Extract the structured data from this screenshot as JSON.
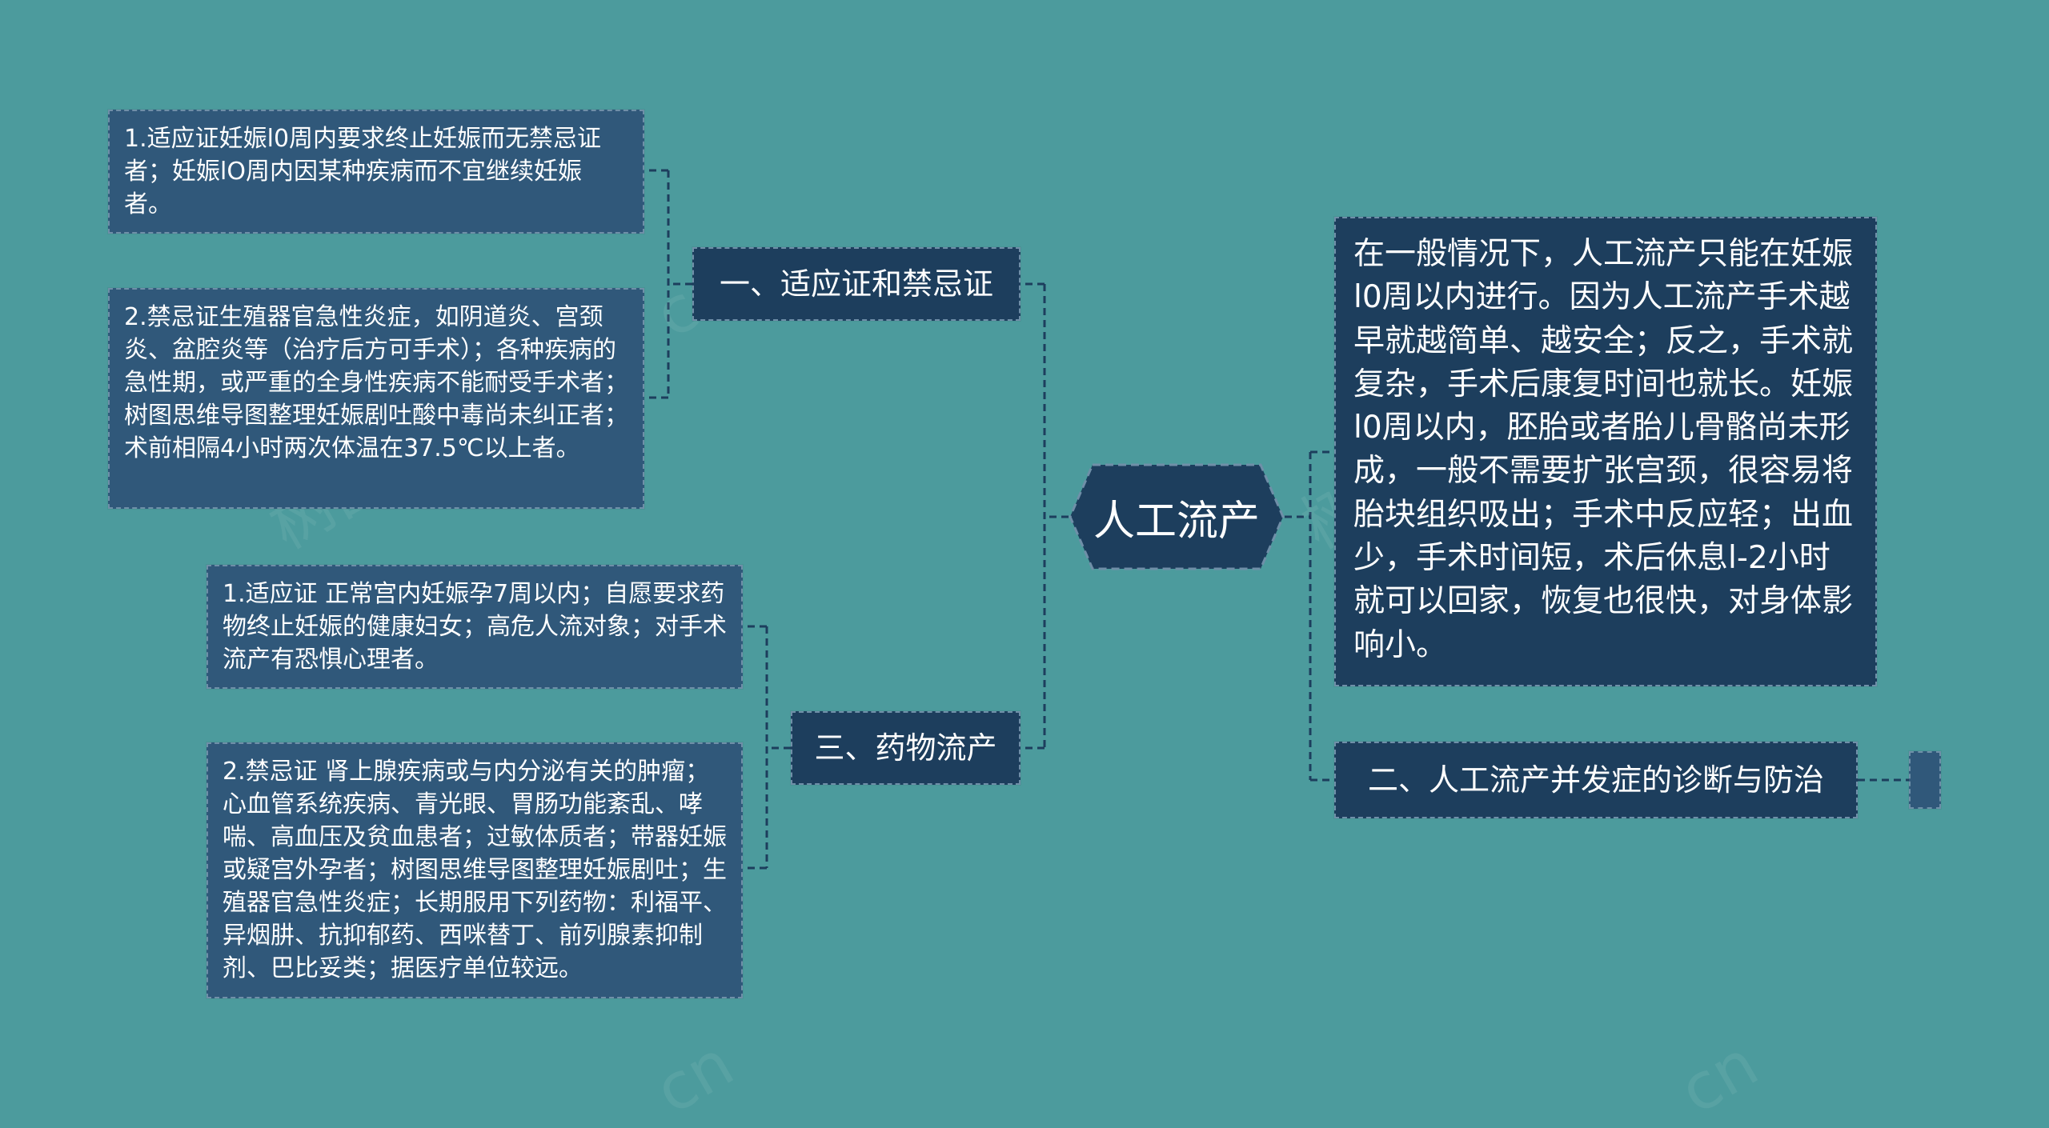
{
  "center": {
    "label": "人工流产"
  },
  "branches": {
    "indications": {
      "label": "一、适应证和禁忌证",
      "children": [
        "1.适应证妊娠l0周内要求终止妊娠而无禁忌证者；妊娠lO周内因某种疾病而不宜继续妊娠者。",
        "2.禁忌证生殖器官急性炎症，如阴道炎、宫颈炎、盆腔炎等（治疗后方可手术）；各种疾病的急性期，或严重的全身性疾病不能耐受手术者；树图思维导图整理妊娠剧吐酸中毒尚未纠正者；术前相隔4小时两次体温在37.5℃以上者。"
      ]
    },
    "drug": {
      "label": "三、药物流产",
      "children": [
        "1.适应证 正常宫内妊娠孕7周以内；自愿要求药物终止妊娠的健康妇女；高危人流对象；对手术流产有恐惧心理者。",
        "2.禁忌证 肾上腺疾病或与内分泌有关的肿瘤；心血管系统疾病、青光眼、胃肠功能紊乱、哮喘、高血压及贫血患者；过敏体质者；带器妊娠或疑宫外孕者；树图思维导图整理妊娠剧吐；生殖器官急性炎症；长期服用下列药物：利福平、异烟肼、抗抑郁药、西咪替丁、前列腺素抑制剂、巴比妥类；据医疗单位较远。"
      ]
    },
    "intro": {
      "text": "在一般情况下，人工流产只能在妊娠l0周以内进行。因为人工流产手术越早就越简单、越安全；反之，手术就复杂，手术后康复时间也就长。妊娠l0周以内，胚胎或者胎儿骨骼尚未形成，一般不需要扩张宫颈，很容易将胎块组织吸出；手术中反应轻；出血少，手术时间短，术后休息l-2小时就可以回家，恢复也很快，对身体影响小。"
    },
    "complications": {
      "label": "二、人工流产并发症的诊断与防治"
    }
  },
  "colors": {
    "background": "#4c9b9d",
    "dark_node": "#1d3e5d",
    "leaf_node": "#30587a",
    "connector": "#1d3e5d"
  },
  "watermark": {
    "texts": [
      "树图",
      "树图",
      "cn",
      "cn",
      "cn"
    ]
  }
}
